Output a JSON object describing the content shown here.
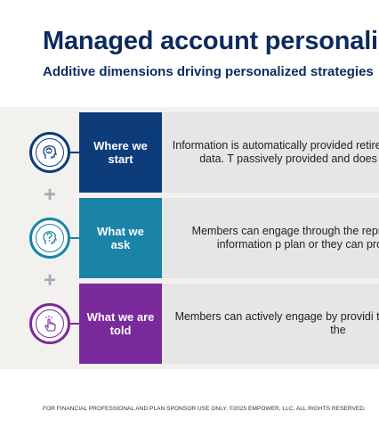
{
  "header": {
    "title": "Managed account personali",
    "subtitle": "Additive dimensions driving personalized strategies"
  },
  "rows": [
    {
      "label": "Where we start",
      "description": "Information is automatically provided retirement plan recordkeeping data. T passively provided and does not re engagement.",
      "icon": "brain-head-icon",
      "color": "#0d3c7a"
    },
    {
      "label": "What we ask",
      "description": "Members can engage through the representative to confirm information p plan or they can provide custom val",
      "icon": "question-head-icon",
      "color": "#1a83a8"
    },
    {
      "label": "What we are told",
      "description": "Members can actively engage by providi thus further personalizing the",
      "icon": "tap-hand-icon",
      "color": "#7a2a9b"
    }
  ],
  "separators": [
    "+",
    "+"
  ],
  "footer": {
    "text": "FOR FINANCIAL PROFESSIONAL AND PLAN SPONSOR USE ONLY. ©2025 EMPOWER, LLC. ALL RIGHTS RESERVED."
  }
}
